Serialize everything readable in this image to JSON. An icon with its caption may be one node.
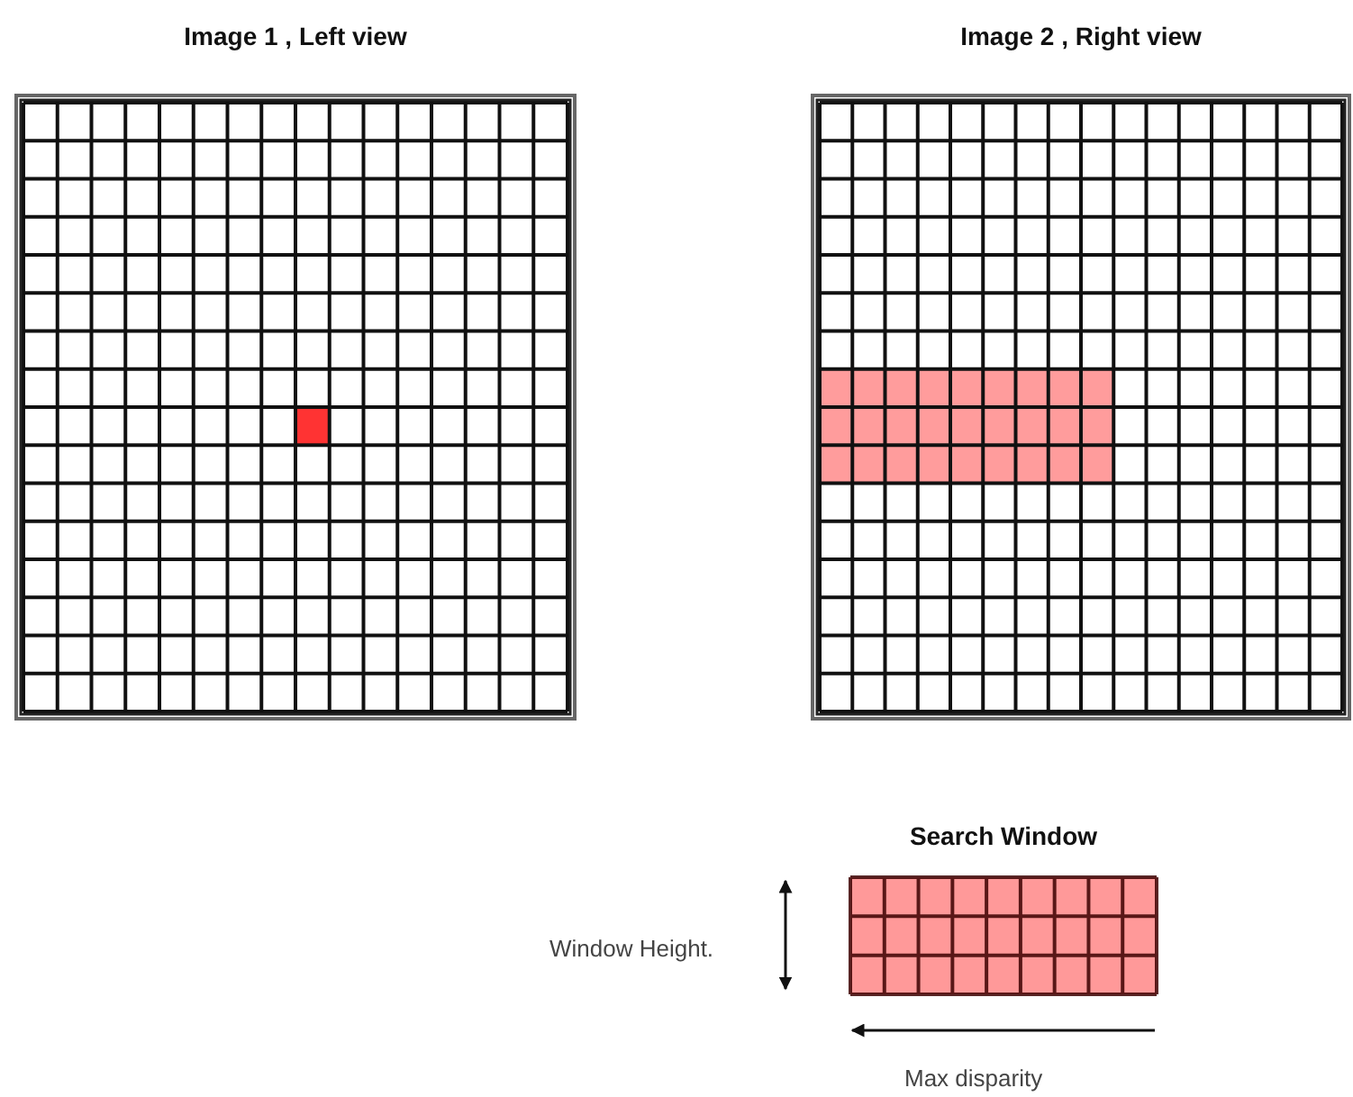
{
  "diagram": {
    "nodes": [
      {
        "text": [
          "Image 1 , Left view"
        ]
      },
      {
        "text": [
          "Image 2 , Right view"
        ]
      },
      {
        "text": [
          "Search Window"
        ]
      }
    ],
    "labels": [
      "Window Height.",
      "Max disparity"
    ]
  }
}
